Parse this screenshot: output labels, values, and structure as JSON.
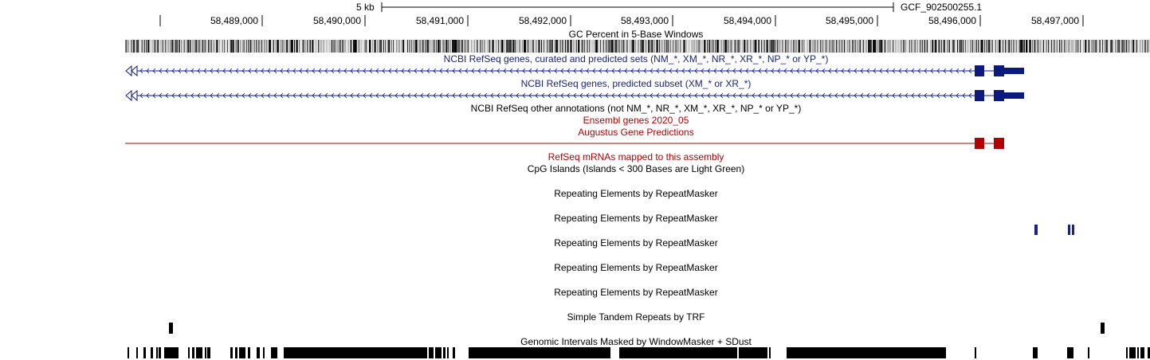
{
  "scale": {
    "label": "5 kb",
    "assembly": "GCF_902500255.1"
  },
  "ruler": {
    "ticks": [
      "58,489,000",
      "58,490,000",
      "58,491,000",
      "58,492,000",
      "58,493,000",
      "58,494,000",
      "58,495,000",
      "58,496,000",
      "58,497,000"
    ]
  },
  "tracks": {
    "gc": "GC Percent in 5-Base Windows",
    "refseq_all": "NCBI RefSeq genes, curated and predicted sets (NM_*, XM_*, NR_*, XR_*, NP_* or YP_*)",
    "refseq_pred": "NCBI RefSeq genes, predicted subset (XM_* or XR_*)",
    "refseq_other": "NCBI RefSeq other annotations (not NM_*, NR_*, XM_*, XR_*, NP_* or YP_*)",
    "ensembl": "Ensembl genes 2020_05",
    "augustus": "Augustus Gene Predictions",
    "refseq_mrna": "RefSeq mRNAs mapped to this assembly",
    "cpg": "CpG Islands (Islands < 300 Bases are Light Green)",
    "rmsk1": "Repeating Elements by RepeatMasker",
    "rmsk2": "Repeating Elements by RepeatMasker",
    "rmsk3": "Repeating Elements by RepeatMasker",
    "rmsk4": "Repeating Elements by RepeatMasker",
    "rmsk5": "Repeating Elements by RepeatMasker",
    "trf": "Simple Tandem Repeats by TRF",
    "windowmasker": "Genomic Intervals Masked by WindowMasker + SDust"
  },
  "colors": {
    "refseq": "#0c1a80",
    "ensembl": "#b30000",
    "gene_label": "#1a237e",
    "red_label": "#b30000"
  }
}
